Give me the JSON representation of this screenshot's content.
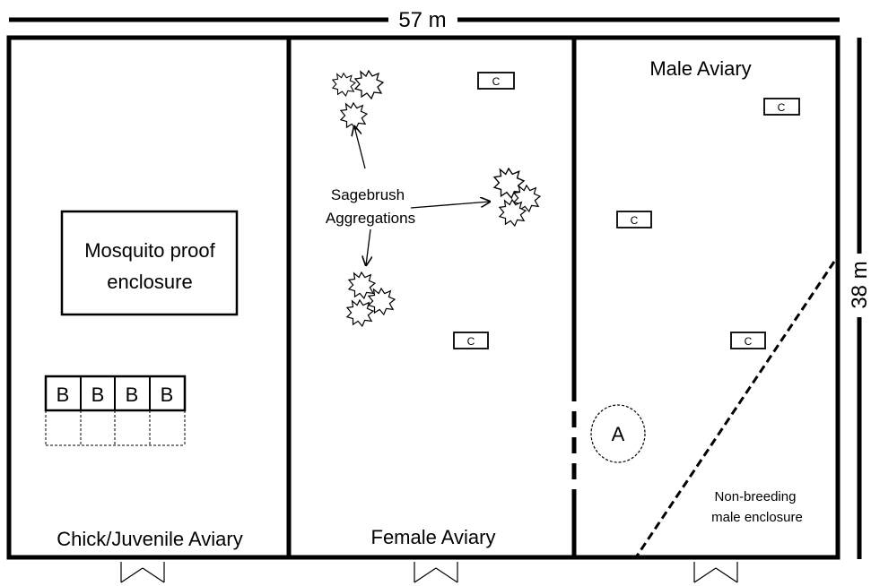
{
  "dimensions": {
    "width_label": "57 m",
    "height_label": "38 m"
  },
  "enclosures": {
    "chick": {
      "title": "Chick/Juvenile Aviary",
      "mosquito_line1": "Mosquito proof",
      "mosquito_line2": "enclosure",
      "boxes": [
        "B",
        "B",
        "B",
        "B"
      ]
    },
    "female": {
      "title": "Female Aviary",
      "cover_labels": [
        "C",
        "C"
      ],
      "sagebrush_line1": "Sagebrush",
      "sagebrush_line2": "Aggregations"
    },
    "male": {
      "title": "Male Aviary",
      "cover_labels": [
        "C",
        "C",
        "C"
      ],
      "area_label": "A",
      "nonbreeding_line1": "Non-breeding",
      "nonbreeding_line2": "male enclosure"
    }
  }
}
